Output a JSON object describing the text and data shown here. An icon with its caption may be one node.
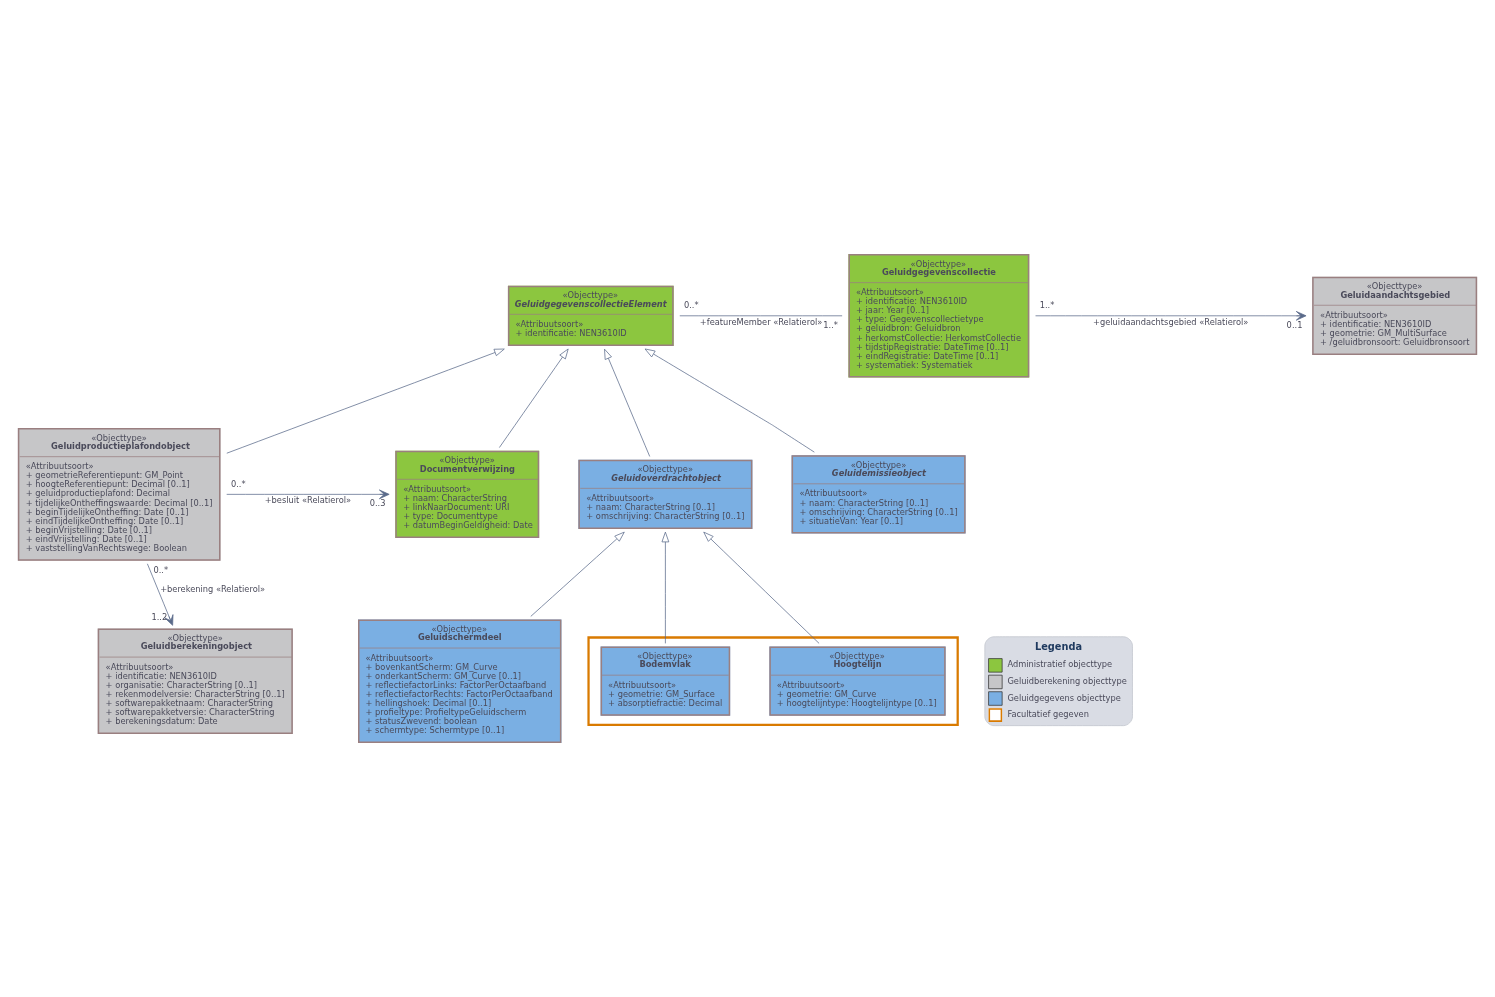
{
  "diagram": {
    "nodes": [
      {
        "text": [
          "«Objecttype»",
          "Geluidgegevenscollectie",
          "«Attribuutsoort»",
          "+ identificatie: NEN3610ID",
          "+ jaar: Year [0..1]",
          "+ type: Gegevenscollectietype",
          "+ geluidbron: Geluidbron",
          "+ herkomstCollectie: HerkomstCollectie",
          "+ tijdstipRegistratie: DateTime [0..1]",
          "+ eindRegistratie: DateTime [0..1]",
          "+ systematiek: Systematiek"
        ]
      },
      {
        "text": [
          "«Objecttype»",
          "Geluidaandachtsgebied",
          "«Attribuutsoort»",
          "+ identificatie: NEN3610ID",
          "+ geometrie: GM_MultiSurface",
          "+ /geluidbronsoort: Geluidbronsoort"
        ]
      },
      {
        "text": [
          "«Objecttype»",
          "GeluidgegevenscollectieElement",
          "«Attribuutsoort»",
          "+ identificatie: NEN3610ID"
        ]
      },
      {
        "text": [
          "«Objecttype»",
          "Geluidproductieplafondobject",
          "«Attribuutsoort»",
          "+ geometrieReferentiepunt: GM_Point",
          "+ hoogteReferentiepunt: Decimal [0..1]",
          "+ geluidproductieplafond: Decimal",
          "+ tijdelijkeOntheffingswaarde: Decimal [0..1]",
          "+ beginTijdelijkeOntheffing: Date [0..1]",
          "+ eindTijdelijkeOntheffing: Date [0..1]",
          "+ beginVrijstelling: Date [0..1]",
          "+ eindVrijstelling: Date [0..1]",
          "+ vaststellingVanRechtswege: Boolean"
        ]
      },
      {
        "text": [
          "«Objecttype»",
          "Geluidoverdrachtobject",
          "«Attribuutsoort»",
          "+ naam: CharacterString [0..1]",
          "+ omschrijving: CharacterString [0..1]"
        ]
      },
      {
        "text": [
          "«Objecttype»",
          "Geluidemissieobject",
          "«Attribuutsoort»",
          "+ naam: CharacterString [0..1]",
          "+ omschrijving: CharacterString [0..1]",
          "+ situatieVan: Year [0..1]"
        ]
      },
      {
        "text": [
          "«Objecttype»",
          "Documentverwijzing",
          "«Attribuutsoort»",
          "+ naam: CharacterString",
          "+ linkNaarDocument: URI",
          "+ type: Documenttype",
          "+ datumBeginGeldigheid: Date"
        ]
      },
      {
        "text": [
          "«Objecttype»",
          "Geluidschermdeel",
          "«Attribuutsoort»",
          "+ bovenkantScherm: GM_Curve",
          "+ onderkantScherm: GM_Curve [0..1]",
          "+ reflectiefactorLinks: FactorPerOctaafband",
          "+ reflectiefactorRechts: FactorPerOctaafband",
          "+ hellingshoek: Decimal [0..1]",
          "+ profieltype: ProfieltypeGeluidscherm",
          "+ statusZwevend: boolean",
          "+ schermtype: Schermtype [0..1]"
        ]
      },
      {
        "text": [],
        "shape": "box"
      },
      {
        "text": [
          "«Objecttype»",
          "Bodemvlak",
          "«Attribuutsoort»",
          "+ geometrie: GM_Surface",
          "+ absorptiefractie: Decimal"
        ],
        "in": 8
      },
      {
        "text": [
          "«Objecttype»",
          "Hoogtelijn",
          "«Attribuutsoort»",
          "+ geometrie: GM_Curve",
          "+ hoogtelijntype: Hoogtelijntype [0..1]"
        ],
        "in": 8
      },
      {
        "text": [
          "«Objecttype»",
          "Geluidberekeningobject",
          "«Attribuutsoort»",
          "+ identificatie: NEN3610ID",
          "+ organisatie: CharacterString [0..1]",
          "+ rekenmodelversie: CharacterString [0..1]",
          "+ softwarepakketnaam: CharacterString",
          "+ softwarepakketversie: CharacterString",
          "+ berekeningsdatum: Date"
        ]
      }
    ],
    "edges": [
      {
        "from": 2,
        "to": 0,
        "arrow": "none",
        "label": "+featureMember «Relatierol»"
      },
      {
        "from": 0,
        "to": 1,
        "arrow": "to",
        "label": "+geluidaandachtsgebied «Relatierol»"
      },
      {
        "from": 4,
        "to": 2,
        "arrow": "to"
      },
      {
        "from": 5,
        "to": 2,
        "arrow": "to"
      },
      {
        "from": 3,
        "to": 2,
        "arrow": "to"
      },
      {
        "from": 6,
        "to": 2,
        "arrow": "to"
      },
      {
        "from": 3,
        "to": 6,
        "arrow": "to",
        "label": "+besluit «Relatierol»"
      },
      {
        "from": 3,
        "to": 11,
        "arrow": "to",
        "label": "+berekening «Relatierol»"
      },
      {
        "from": 7,
        "to": 4,
        "arrow": "to"
      },
      {
        "from": 9,
        "to": 4,
        "arrow": "to"
      },
      {
        "from": 10,
        "to": 4,
        "arrow": "to"
      }
    ],
    "labels": [
      "Legenda",
      "0..*",
      "1..*",
      "1..*",
      "0..1",
      "0..*",
      "0..3",
      "0..*",
      "1..2"
    ],
    "legend": [
      {
        "text": "Administratief objecttype",
        "color": "#8cc63f"
      },
      {
        "text": "Geluidberekening objecttype",
        "color": "#c6c6c8"
      },
      {
        "text": "Geluidgegevens objecttype",
        "color": "#7aafe3"
      },
      {
        "text": "Facultatief gegeven"
      }
    ]
  }
}
